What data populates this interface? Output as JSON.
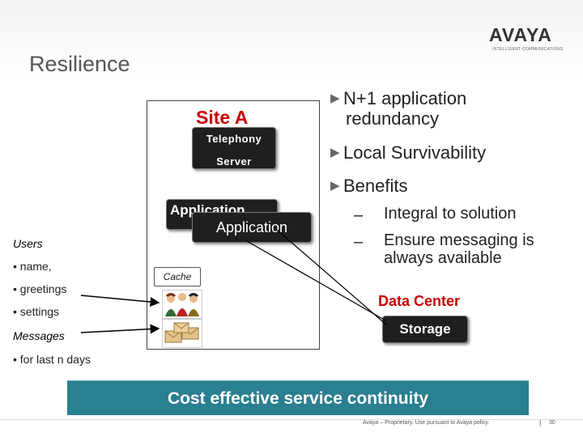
{
  "header": {
    "title": "Resilience",
    "logo": "AVAYA",
    "logo_tagline": "INTELLIGENT COMMUNICATIONS"
  },
  "site": {
    "label": "Site A",
    "telephony_line1": "Telephony",
    "telephony_line2": "Server",
    "app_back_label": "Application",
    "app_front_label": "Application",
    "cache_label": "Cache"
  },
  "left_panel": {
    "users_label": "Users",
    "user_bullets": [
      "• name,",
      "• greetings",
      "• settings"
    ],
    "messages_label": "Messages",
    "message_bullets": [
      "• for last n days"
    ]
  },
  "bullets": [
    {
      "marker": "▶",
      "line1": "N+1 application",
      "line2": "redundancy"
    },
    {
      "marker": "▶",
      "line1": "Local Survivability"
    },
    {
      "marker": "▶",
      "line1": "Benefits"
    }
  ],
  "sub_bullets": [
    {
      "marker": "–",
      "line1": "Integral to solution"
    },
    {
      "marker": "–",
      "line1": "Ensure messaging is",
      "line2": "always available"
    }
  ],
  "data_center": {
    "label": "Data Center",
    "storage_label": "Storage"
  },
  "banner": {
    "text": "Cost effective service continuity"
  },
  "footer": {
    "text": "Avaya – Proprietary. Use pursuant to Avaya policy.",
    "separator": "|",
    "page_number": "30"
  },
  "colors": {
    "accent_red": "#cc0000",
    "banner_teal": "#2a7f90",
    "button_dark": "#1f1f1f"
  }
}
